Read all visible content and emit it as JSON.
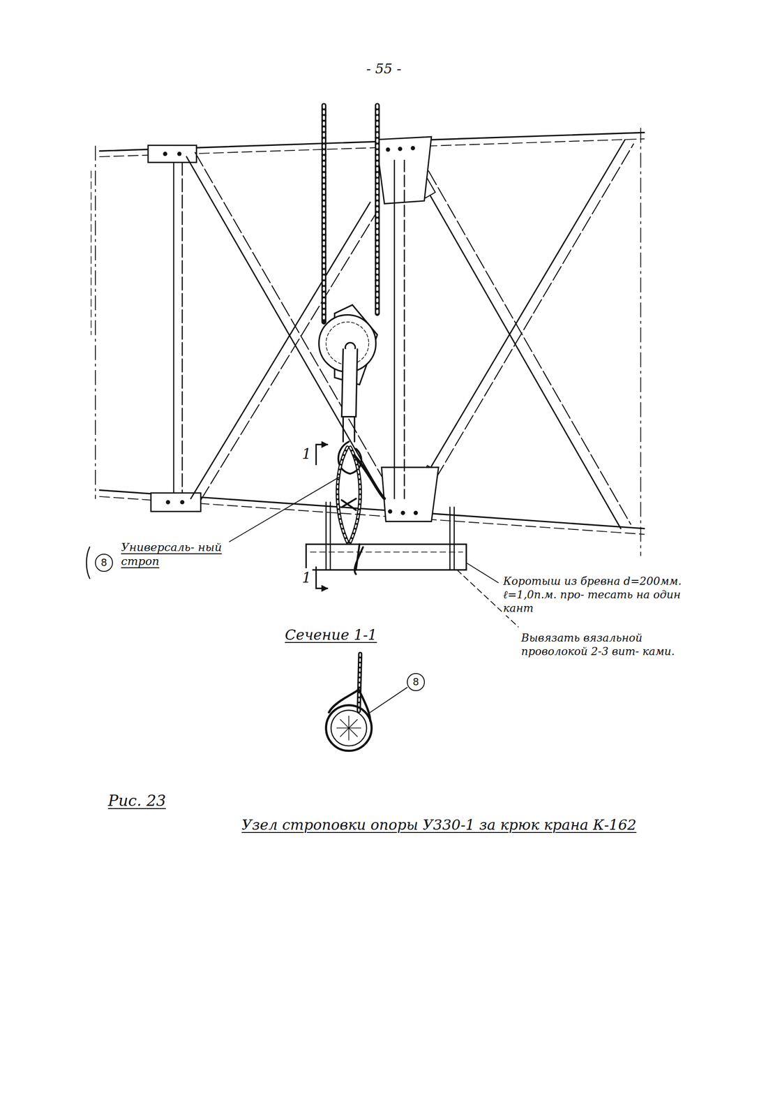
{
  "diagram": {
    "caption": "Узел строповки опоры У330-1 за крюк крана К-162",
    "nodes": [
      {
        "text": [
          "8"
        ]
      },
      {
        "text": [
          "8"
        ]
      }
    ],
    "labels": [
      "- 55 -",
      "1",
      "1",
      "Универсаль- ный строп",
      "Коротыш из бревна d=200мм. ℓ=1,0п.м. про- тесать на один кант",
      "Вывязать вязальной проволокой 2-3 вит- ками.",
      "Сечение 1-1",
      "Рис. 23"
    ]
  }
}
